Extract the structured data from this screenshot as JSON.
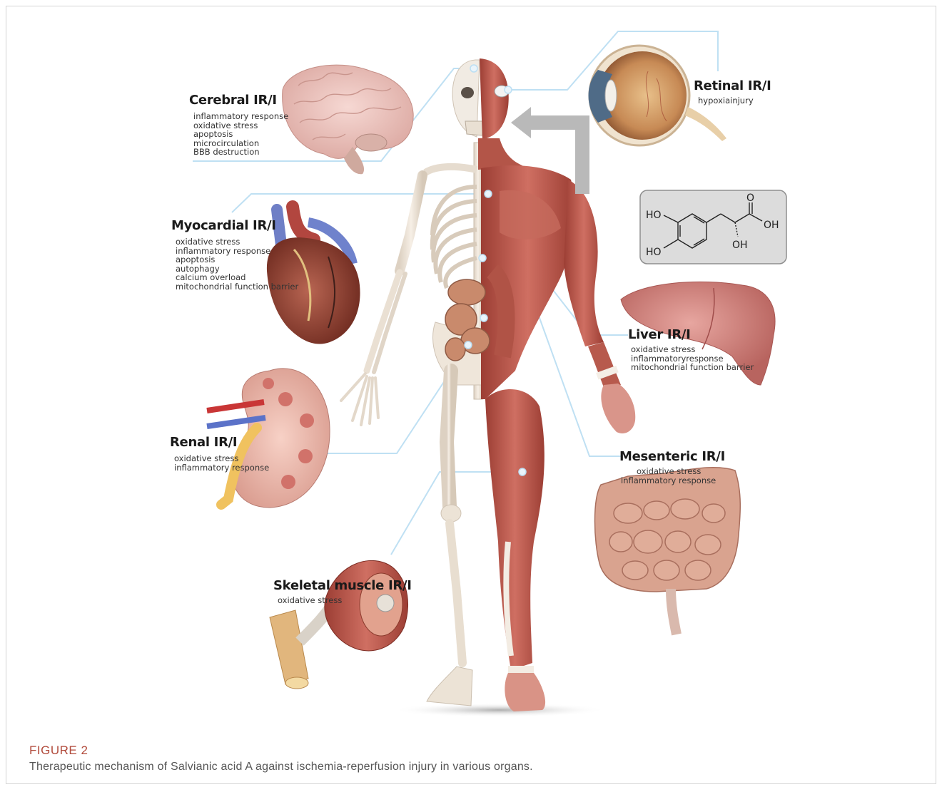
{
  "organs": [
    {
      "title": "Cerebral IR/I",
      "effects": [
        "inflammatory response",
        "oxidative stress",
        "apoptosis",
        "microcirculation",
        "BBB destruction"
      ]
    },
    {
      "title": "Retinal IR/I",
      "effects": [
        "hypoxiainjury"
      ]
    },
    {
      "title": "Myocardial IR/I",
      "effects": [
        "oxidative stress",
        "inflammatory response",
        "apoptosis",
        "autophagy",
        "calcium overload",
        "mitochondrial function barrier"
      ]
    },
    {
      "title": "Liver IR/I",
      "effects": [
        "oxidative stress",
        "inflammatoryresponse",
        "mitochondrial function barrier"
      ]
    },
    {
      "title": "Renal IR/I",
      "effects": [
        "oxidative stress",
        "inflammatory response"
      ]
    },
    {
      "title": "Mesenteric IR/I",
      "effects": [
        "oxidative stress",
        "inflammatory response"
      ]
    },
    {
      "title": "Skeletal muscle IR/I",
      "effects": [
        "oxidative stress"
      ]
    }
  ],
  "molecule": {
    "ho_top": "HO",
    "ho_bottom": "HO",
    "o": "O",
    "oh_acid": "OH",
    "oh_alpha": "OH"
  },
  "caption": {
    "label": "FIGURE 2",
    "text": "Therapeutic mechanism of Salvianic acid A against ischemia-reperfusion injury in various organs."
  },
  "colors": {
    "connector": "#bfe0f3",
    "caption_label": "#b14a3b",
    "muscle": "#b9574d",
    "bone": "#efe6da",
    "molecule_box": "#dcdcdc"
  }
}
